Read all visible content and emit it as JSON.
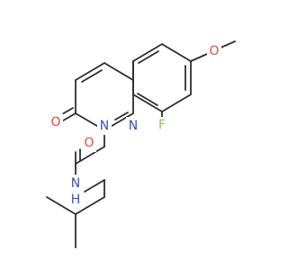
{
  "molecule": {
    "atoms": {
      "O_methoxy": {
        "symbol": "O",
        "color": "#e8483c"
      },
      "F": {
        "symbol": "F",
        "color": "#86c84a"
      },
      "O_ketone": {
        "symbol": "O",
        "color": "#e8483c"
      },
      "N_ring_a": {
        "symbol": "N",
        "color": "#3d4ec6"
      },
      "N_ring_b": {
        "symbol": "N",
        "color": "#3d4ec6"
      },
      "O_amide": {
        "symbol": "O",
        "color": "#e8483c"
      },
      "N_amide": {
        "symbol": "N",
        "color": "#3d4ec6"
      },
      "H_amide": {
        "symbol": "H",
        "color": "#3d4ec6"
      }
    },
    "bond_color": "#2d2d2d"
  }
}
